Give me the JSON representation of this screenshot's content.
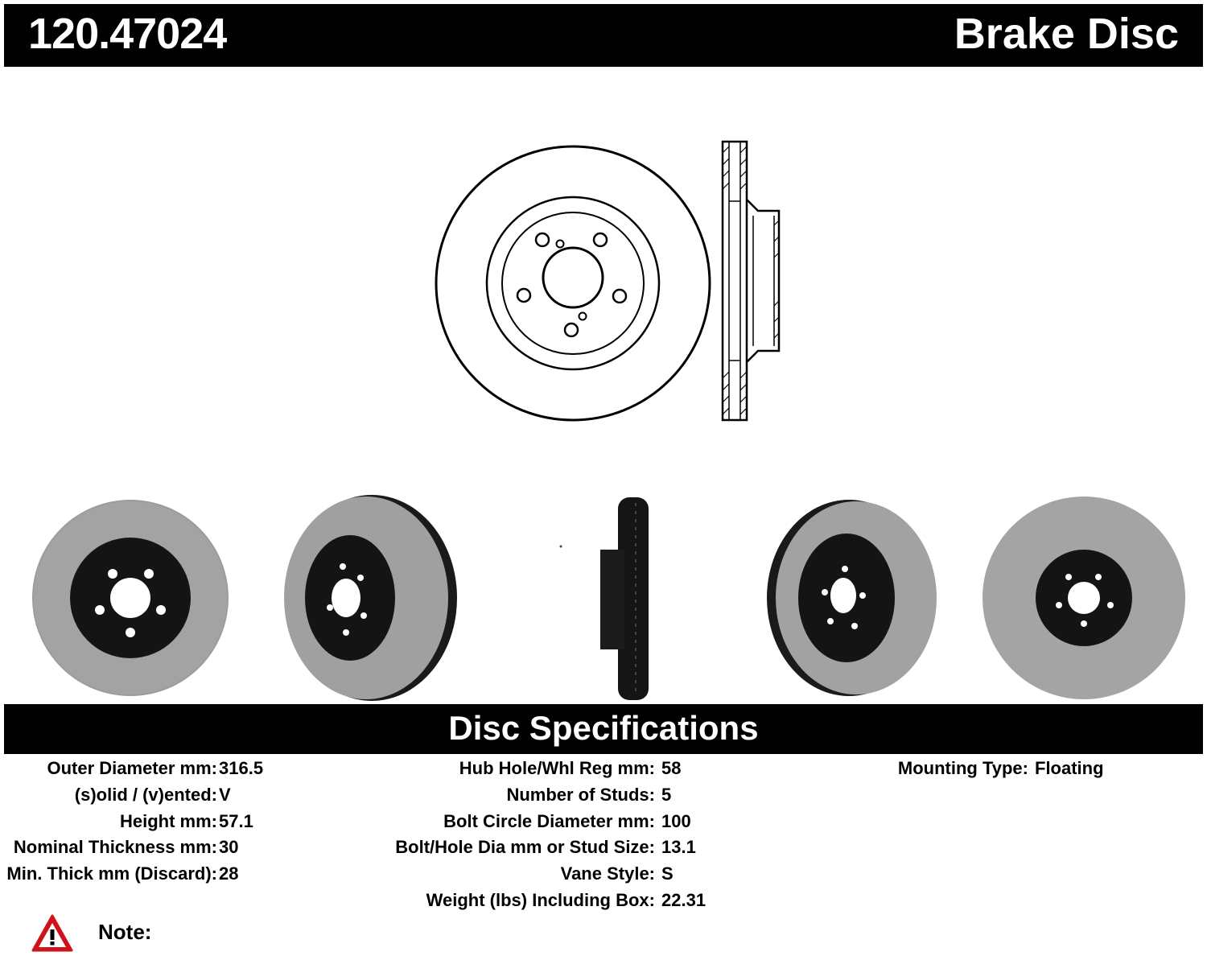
{
  "header": {
    "part_number": "120.47024",
    "title": "Brake Disc"
  },
  "spec_section": {
    "title": "Disc Specifications"
  },
  "specs": {
    "col1": [
      {
        "label": "Outer Diameter mm:",
        "value": "316.5"
      },
      {
        "label": "(s)olid / (v)ented:",
        "value": "V"
      },
      {
        "label": "Height mm:",
        "value": "57.1"
      },
      {
        "label": "Nominal Thickness mm:",
        "value": "30"
      },
      {
        "label": "Min. Thick mm (Discard):",
        "value": "28"
      }
    ],
    "col2": [
      {
        "label": "Hub Hole/Whl Reg mm:",
        "value": "58"
      },
      {
        "label": "Number of Studs:",
        "value": "5"
      },
      {
        "label": "Bolt Circle Diameter mm:",
        "value": "100"
      },
      {
        "label": "Bolt/Hole Dia mm or Stud Size:",
        "value": "13.1"
      },
      {
        "label": "Vane Style:",
        "value": "S"
      },
      {
        "label": "Weight (lbs) Including Box:",
        "value": "22.31"
      }
    ],
    "col3": [
      {
        "label": "Mounting Type:",
        "value": "Floating"
      }
    ]
  },
  "note": {
    "label": "Note:",
    "icon": "warning-triangle-icon"
  },
  "colors": {
    "bar_background": "#000000",
    "bar_text": "#ffffff",
    "rotor_face": "#9a9a9a",
    "rotor_hat": "#111111",
    "warning_red": "#d0121b"
  }
}
